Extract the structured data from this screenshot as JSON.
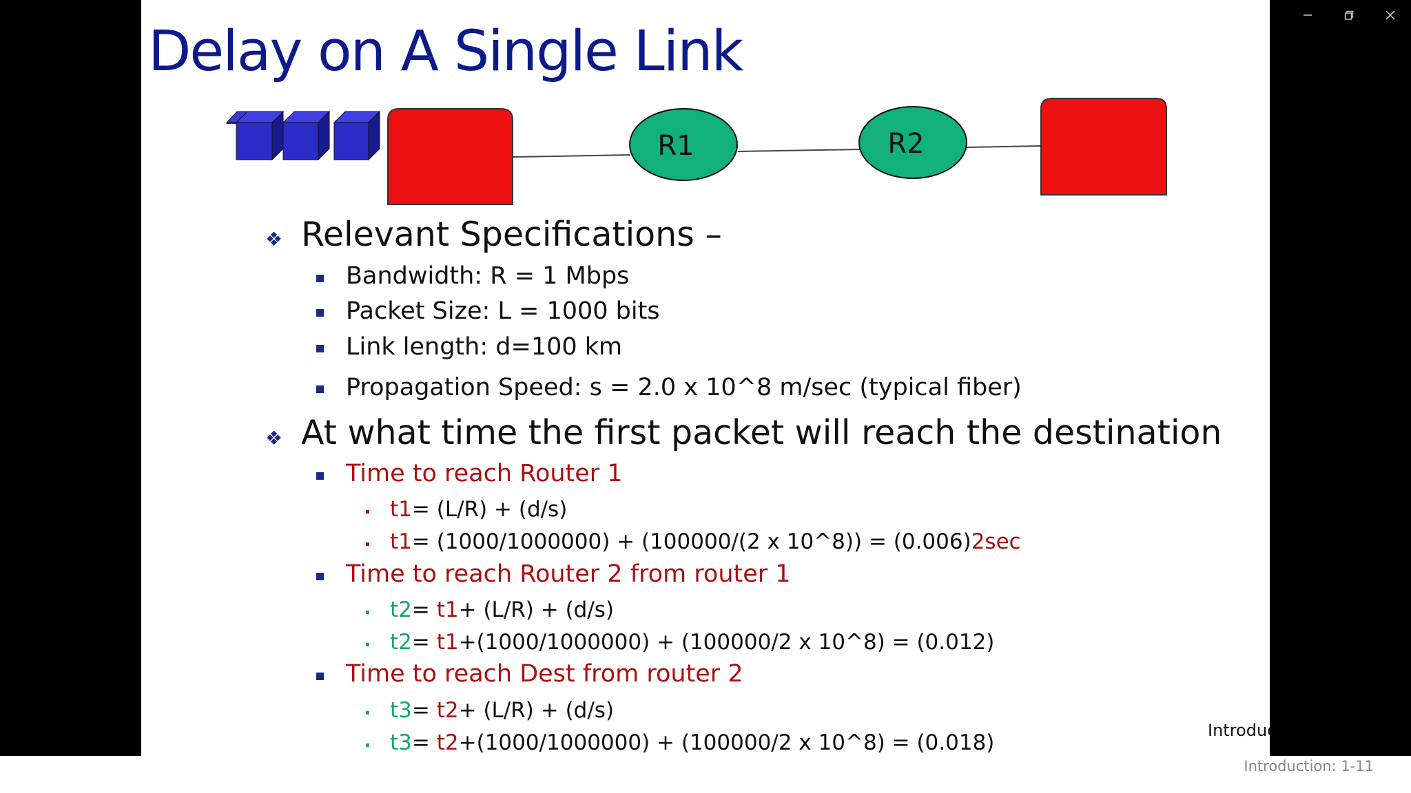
{
  "window": {
    "minimize_icon": "minimize-icon",
    "restore_icon": "restore-icon",
    "close_icon": "close-icon"
  },
  "slide": {
    "title": "Delay on A Single Link",
    "diagram": {
      "routers": [
        "R1",
        "R2"
      ],
      "colors": {
        "host": "#ee1111",
        "packet": "#2b2bc8",
        "router": "#12b07a"
      }
    },
    "section1": {
      "heading": "Relevant Specifications –",
      "items": [
        "Bandwidth: R = 1 Mbps",
        "Packet Size: L = 1000 bits",
        "Link length: d=100 km",
        "Propagation Speed: s = 2.0 x 10^8 m/sec (typical fiber)"
      ]
    },
    "section2": {
      "heading": "At what time the first packet will reach the destination",
      "router1": {
        "label": "Time to reach Router 1",
        "f1_var": "t1",
        "f1_rest": "= (L/R) + (d/s)",
        "f2_var": "t1",
        "f2_rest": "= (1000/1000000) + (100000/(2 x 10^8)) = (0.006)",
        "f2_suffix": "2sec"
      },
      "router2": {
        "label": "Time to reach Router 2 from router 1",
        "f1_var": "t2",
        "f1_mid": "= ",
        "f1_ref": "t1",
        "f1_rest": "+ (L/R) + (d/s)",
        "f2_var": "t2",
        "f2_mid": "= ",
        "f2_ref": "t1",
        "f2_rest": "+(1000/1000000) + (100000/2 x 10^8) = (0.012)"
      },
      "dest": {
        "label": "Time to reach Dest from router 2",
        "f1_var": "t3",
        "f1_mid": "= ",
        "f1_ref": "t2",
        "f1_rest": "+ (L/R) + (d/s)",
        "f2_var": "t3",
        "f2_mid": "= ",
        "f2_ref": "t2",
        "f2_rest": "+(1000/1000000) + (100000/2 x 10^8) = (0.018)"
      }
    },
    "corner_label": "Introduc"
  },
  "footer": {
    "text": "Introduction: 1-11"
  }
}
